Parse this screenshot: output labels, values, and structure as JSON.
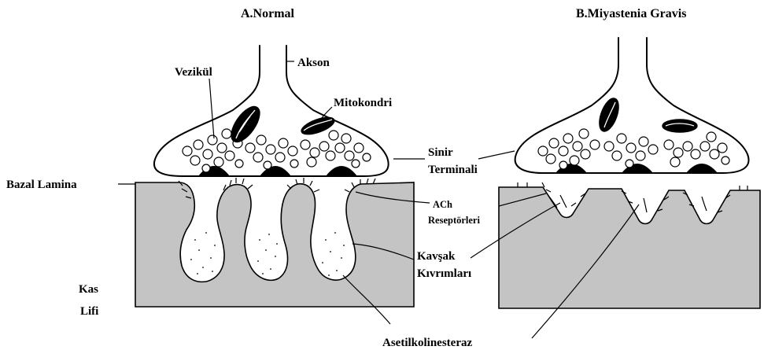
{
  "panels": {
    "normal_title": "A.Normal",
    "mg_title": "B.Miyastenia Gravis"
  },
  "labels": {
    "vezikul": "Vezikül",
    "akson": "Akson",
    "mitokondri": "Mitokondri",
    "sinir": "Sinir",
    "terminali": "Terminali",
    "bazal_lamina": "Bazal Lamina",
    "ach": "ACh",
    "reseptorleri": "Reseptörleri",
    "kavsak": "Kavşak",
    "kivrimlari": "Kıvrımları",
    "kas": "Kas",
    "lifi": "Lifi",
    "asetilkolinesteraz": "Asetilkolinesteraz"
  }
}
